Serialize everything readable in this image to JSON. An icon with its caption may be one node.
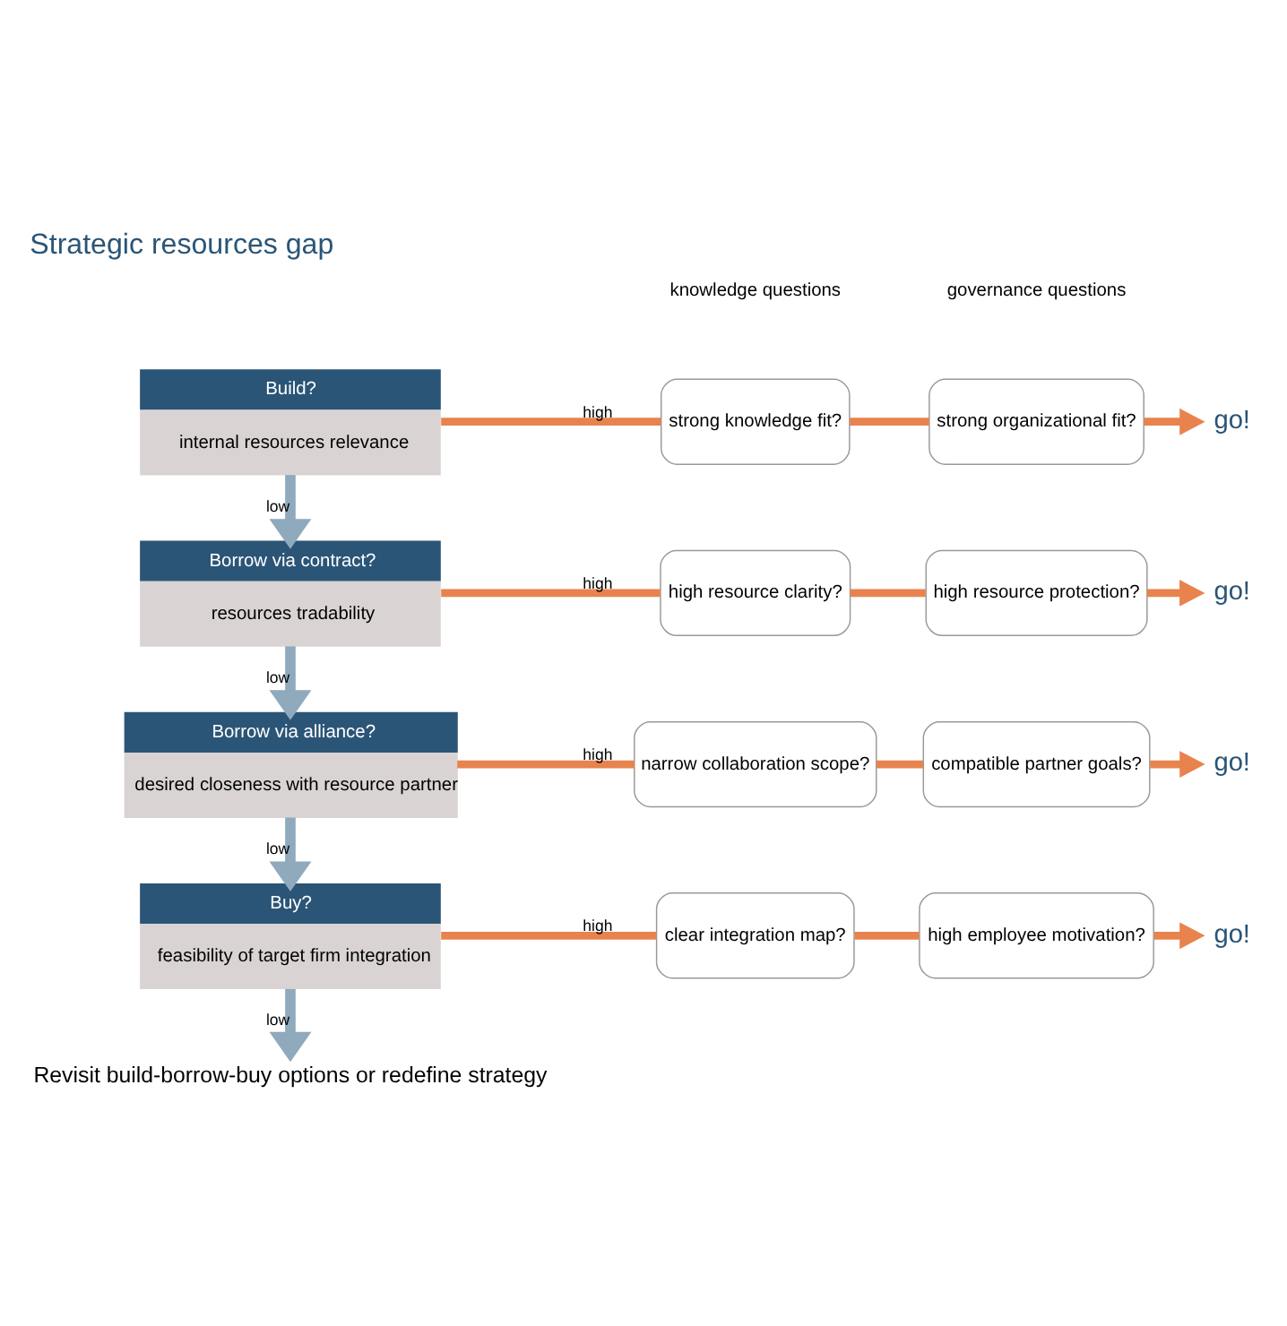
{
  "diagram": {
    "title": "Strategic resources gap",
    "nodes": [
      {
        "text": [
          "Build?",
          "internal resources relevance"
        ]
      },
      {
        "text": [
          "strong knowledge fit?"
        ]
      },
      {
        "text": [
          "strong organizational fit?"
        ]
      },
      {
        "text": [
          "go!"
        ]
      },
      {
        "text": [
          "Borrow via contract?",
          "resources tradability"
        ]
      },
      {
        "text": [
          "high resource clarity?"
        ]
      },
      {
        "text": [
          "high resource protection?"
        ]
      },
      {
        "text": [
          "go!"
        ]
      },
      {
        "text": [
          "Borrow via alliance?",
          "desired closeness with resource partner"
        ]
      },
      {
        "text": [
          "narrow collaboration scope?"
        ]
      },
      {
        "text": [
          "compatible partner goals?"
        ]
      },
      {
        "text": [
          "go!"
        ]
      },
      {
        "text": [
          "Buy?",
          "feasibility of target firm integration"
        ]
      },
      {
        "text": [
          "clear integration map?"
        ]
      },
      {
        "text": [
          "high employee motivation?"
        ]
      },
      {
        "text": [
          "go!"
        ]
      },
      {
        "text": [
          "Revisit build-borrow-buy options or redefine strategy"
        ]
      }
    ],
    "edges": [
      {
        "from": 0,
        "to": 1,
        "arrow": "none",
        "label": "high"
      },
      {
        "from": 1,
        "to": 2,
        "arrow": "none"
      },
      {
        "from": 2,
        "to": 3,
        "arrow": "to"
      },
      {
        "from": 0,
        "to": 4,
        "arrow": "to",
        "label": "low",
        "color": "#8fa9bd"
      },
      {
        "from": 4,
        "to": 5,
        "arrow": "none",
        "label": "high"
      },
      {
        "from": 5,
        "to": 6,
        "arrow": "none"
      },
      {
        "from": 6,
        "to": 7,
        "arrow": "to"
      },
      {
        "from": 4,
        "to": 8,
        "arrow": "to",
        "label": "low",
        "color": "#8fa9bd"
      },
      {
        "from": 8,
        "to": 9,
        "arrow": "none",
        "label": "high"
      },
      {
        "from": 9,
        "to": 10,
        "arrow": "none"
      },
      {
        "from": 10,
        "to": 11,
        "arrow": "to"
      },
      {
        "from": 8,
        "to": 12,
        "arrow": "to",
        "label": "low",
        "color": "#8fa9bd"
      },
      {
        "from": 12,
        "to": 13,
        "arrow": "none",
        "label": "high"
      },
      {
        "from": 13,
        "to": 14,
        "arrow": "none"
      },
      {
        "from": 14,
        "to": 15,
        "arrow": "to"
      },
      {
        "from": 12,
        "to": 16,
        "arrow": "to",
        "label": "low",
        "color": "#8fa9bd"
      }
    ],
    "labels": [
      "knowledge questions",
      "governance questions"
    ]
  }
}
